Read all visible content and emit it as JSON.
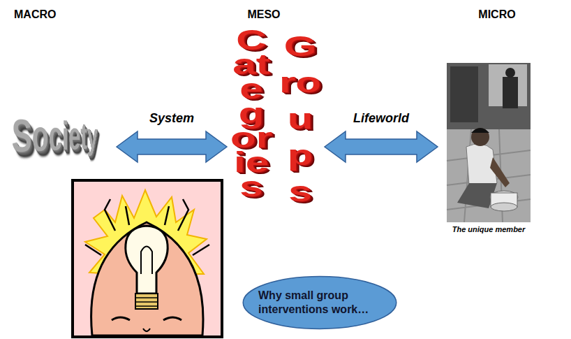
{
  "diagram": {
    "nodes": [
      {
        "text": [
          "Society"
        ]
      },
      {
        "text": [
          "Categories"
        ]
      },
      {
        "text": [
          "Groups"
        ]
      },
      {
        "text": [
          "The unique member"
        ]
      },
      {
        "text": [
          "Why small group interventions work…"
        ]
      }
    ],
    "edges": [
      {
        "from": 0,
        "to": 1,
        "label": "System",
        "arrow": "both"
      },
      {
        "from": 2,
        "to": 3,
        "label": "Lifeworld",
        "arrow": "both"
      }
    ],
    "labels": [
      "MACRO",
      "MESO",
      "MICRO"
    ]
  }
}
